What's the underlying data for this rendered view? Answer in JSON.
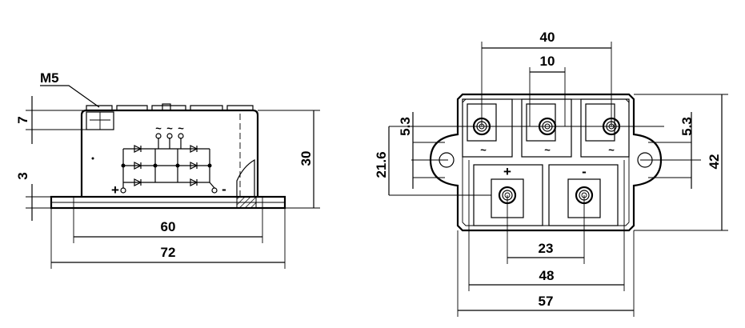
{
  "side_view": {
    "thread_label": "M5",
    "dim_height_top": "7",
    "dim_base_thickness": "3",
    "dim_total_height": "30",
    "dim_body_length": "60",
    "dim_total_length": "72",
    "ac_symbol_1": "~",
    "ac_symbol_2": "~",
    "ac_symbol_3": "~",
    "plus_symbol": "+",
    "minus_symbol": "-"
  },
  "top_view": {
    "dim_width_top": "40",
    "dim_pitch_top": "10",
    "dim_left_offset": "5.3",
    "dim_right_offset": "5.3",
    "dim_hole_height": "21.6",
    "dim_total_height": "42",
    "dim_pitch_bottom": "23",
    "dim_mount_distance": "48",
    "dim_total_width": "57",
    "terminal_ac_1": "~",
    "terminal_ac_2": "~",
    "terminal_ac_3": "~",
    "terminal_plus": "+",
    "terminal_minus": "-"
  }
}
